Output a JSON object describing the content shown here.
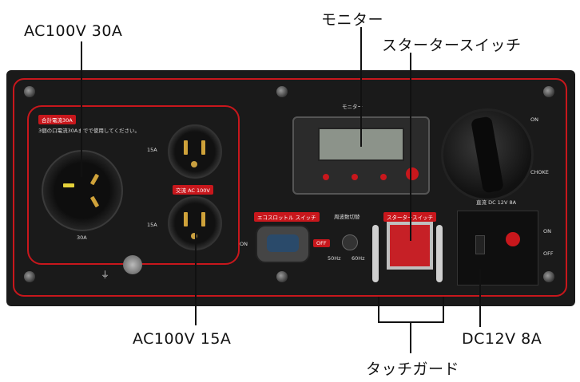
{
  "callouts": {
    "ac30": "AC100V 30A",
    "monitor": "モニター",
    "starter": "スタータースイッチ",
    "ac15": "AC100V 15A",
    "dc12": "DC12V 8A",
    "touch_guard": "タッチガード"
  },
  "panel_labels": {
    "total_current": "合計電流30A",
    "total_current_note": "3個の口電流30Aまでで使用してください。",
    "socket_30a": "30A",
    "socket_15a_top": "15A",
    "socket_15a_bottom": "15A",
    "ac100v": "交流 AC 100V",
    "eco_switch": "エコスロットル スイッチ",
    "freq_switch": "周波数切替",
    "starter_switch": "スタータースイッチ",
    "on": "ON",
    "off": "OFF",
    "hz50": "50Hz",
    "hz60": "60Hz",
    "monitor_small": "モニター",
    "dc": "直流 DC 12V 8A",
    "choke": "CHOKE",
    "knob_on": "ON",
    "dc_on": "ON",
    "dc_off": "OFF"
  },
  "colors": {
    "panel": "#1a1a1a",
    "frame_red": "#c8171c",
    "brass": "#c9a040",
    "start_button": "#c62026"
  }
}
